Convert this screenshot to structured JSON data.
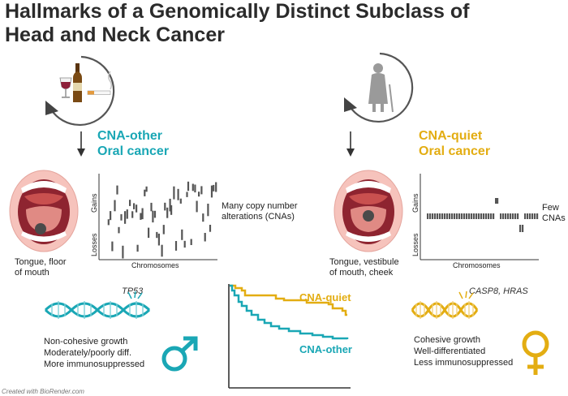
{
  "title_line1": "Hallmarks of a Genomically Distinct Subclass of",
  "title_line2": "Head and Neck Cancer",
  "left": {
    "category_line1": "CNA-other",
    "category_line2": "Oral cancer",
    "site_line1": "Tongue, floor",
    "site_line2": "of mouth",
    "plot_gains": "Gains",
    "plot_losses": "Losses",
    "plot_xlabel": "Chromosomes",
    "note_line1": "Many copy number",
    "note_line2": "alterations (CNAs)",
    "gene": "TP53",
    "trait1": "Non-cohesive growth",
    "trait2": "Moderately/poorly diff.",
    "trait3": "More immunosuppressed",
    "accent": "#1aa7b5",
    "icons": [
      "wine-glass-icon",
      "beer-bottle-icon",
      "cigarette-icon",
      "male-symbol-icon"
    ]
  },
  "right": {
    "category_line1": "CNA-quiet",
    "category_line2": "Oral cancer",
    "site_line1": "Tongue, vestibule",
    "site_line2": "of mouth, cheek",
    "plot_gains": "Gains",
    "plot_losses": "Losses",
    "plot_xlabel": "Chromosomes",
    "note_line1": "Few",
    "note_line2": "CNAs",
    "gene": "CASP8, HRAS",
    "trait1": "Cohesive growth",
    "trait2": "Well-differentiated",
    "trait3": "Less immunosuppressed",
    "accent": "#e3ad12",
    "icons": [
      "elderly-woman-icon",
      "female-symbol-icon"
    ]
  },
  "survival": {
    "quiet_label": "CNA-quiet",
    "other_label": "CNA-other"
  },
  "credit": "Created with BioRender.com"
}
